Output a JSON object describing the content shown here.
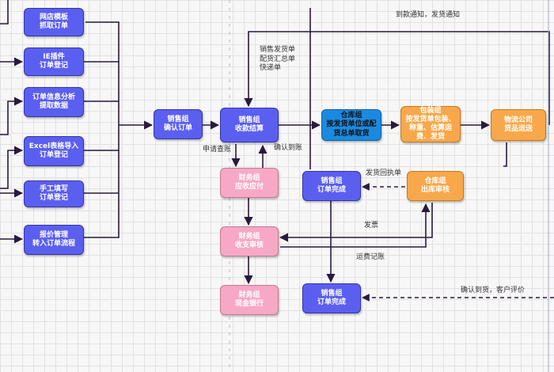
{
  "nodes": {
    "shop_template": "网店模板\n抓取订单",
    "ie_plugin": "IE插件\n订单登记",
    "order_analysis": "订单信息分析\n提取数据",
    "excel_import": "Excel表格导入\n订单登记",
    "manual_fill": "手工填写\n订单登记",
    "quote_mgmt": "报价管理\n转入订单流程",
    "sales_confirm": "销售组\n确认订单",
    "sales_collect": "销售组\n收款结算",
    "warehouse_pick": "仓库组\n按发货单位或配\n货总单取货",
    "pack": "包装组\n按发货单包装、\n称重、估算运\n费、发货",
    "logistics": "物流公司\n货品运送",
    "finance_receivable": "财务组\n应收应付",
    "sales_done_1": "销售组\n订单完成",
    "warehouse_out": "仓库组\n出库审核",
    "finance_review": "财务组\n收支审核",
    "finance_cash": "财务组\n现金银行",
    "sales_done_2": "销售组\n订单完成"
  },
  "edge_labels": {
    "arrival_notice": "到款通知，发货通知",
    "docs": "销售发货单\n配货汇总单\n快递单",
    "check_account": "申请查账",
    "confirm_arrival": "确认到账",
    "receipt": "发货回执单",
    "invoice": "发票",
    "freight": "运费记账",
    "customer_eval": "确认到货，客户评价"
  }
}
